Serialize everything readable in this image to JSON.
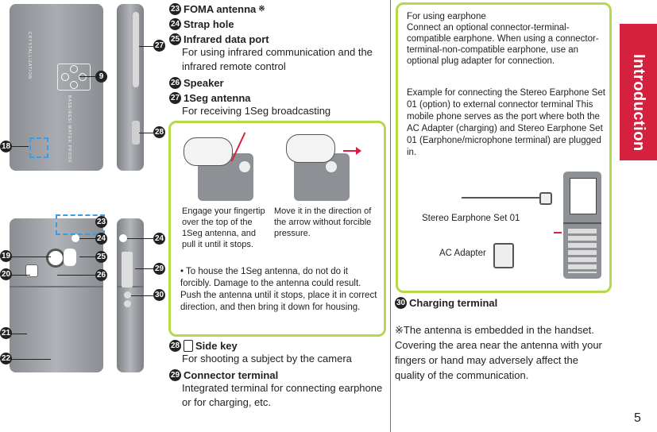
{
  "side_tab": {
    "label": "Introduction",
    "color": "#d5213d"
  },
  "page_number": "5",
  "callouts": {
    "n9": "9",
    "n18": "18",
    "n19": "19",
    "n20": "20",
    "n21": "21",
    "n22": "22",
    "n23": "23",
    "n24": "24",
    "n25": "25",
    "n26": "26",
    "n27": "27",
    "n28": "28",
    "n29": "29",
    "n30": "30"
  },
  "phone_back_text": "CRYSTALLIZATION",
  "phone_back_text2": "BASE/RESI WATER PROOF",
  "items_top": [
    {
      "num": "23",
      "title": "FOMA antenna",
      "mark": "※",
      "desc": ""
    },
    {
      "num": "24",
      "title": "Strap hole",
      "desc": ""
    },
    {
      "num": "25",
      "title": "Infrared data port",
      "desc": "For using infrared communication and the infrared remote control"
    },
    {
      "num": "26",
      "title": "Speaker",
      "desc": ""
    },
    {
      "num": "27",
      "title": "1Seg antenna",
      "desc": "For receiving 1Seg broadcasting"
    }
  ],
  "antenna_box": {
    "caption_left": "Engage your fingertip over the top of the 1Seg antenna, and pull it until it stops.",
    "caption_right": "Move it in the direction of the arrow without forcible pressure.",
    "note": "• To house the 1Seg antenna, do not do it forcibly. Damage to the antenna could result. Push the antenna until it stops, place it in correct direction, and then bring it down for housing."
  },
  "items_bottom": [
    {
      "num": "28",
      "title": "Side key",
      "desc": "For shooting a subject by the camera"
    },
    {
      "num": "29",
      "title": "Connector terminal",
      "desc": "Integrated terminal for connecting earphone or for charging, etc."
    }
  ],
  "earphone_box": {
    "p1": "For using earphone",
    "p2": "Connect an optional connector-terminal-compatible earphone. When using a connector-terminal-non-compatible earphone, use an optional plug adapter for connection.",
    "p3": "Example for connecting the Stereo Earphone Set 01 (option) to external connector terminal This mobile phone serves as the port where both the AC Adapter (charging) and Stereo Earphone Set 01 (Earphone/microphone terminal) are plugged in.",
    "label_earphone": "Stereo Earphone Set 01",
    "label_adapter": "AC Adapter"
  },
  "item30": {
    "num": "30",
    "title": "Charging terminal"
  },
  "footnote": "※The antenna is embedded in the handset. Covering the area near the antenna with your fingers or hand may adversely affect the quality of the communication."
}
